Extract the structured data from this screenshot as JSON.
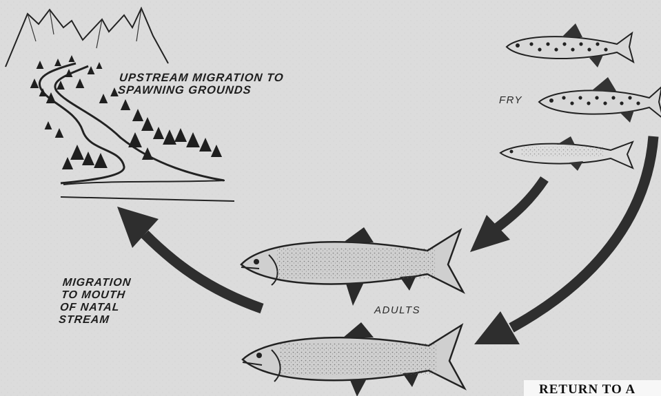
{
  "labels": {
    "upstream": [
      "UPSTREAM MIGRATION TO",
      "SPAWNING GROUNDS"
    ],
    "mouth": [
      "MIGRATION",
      "TO MOUTH",
      "OF NATAL",
      "STREAM"
    ],
    "fry": "FRY",
    "adults": "ADULTS",
    "return": "RETURN TO A"
  },
  "colors": {
    "background": "#dcdcdc",
    "ink": "#222222",
    "arrow": "#2e2e2e",
    "fish_body": "#cfcfcf"
  }
}
